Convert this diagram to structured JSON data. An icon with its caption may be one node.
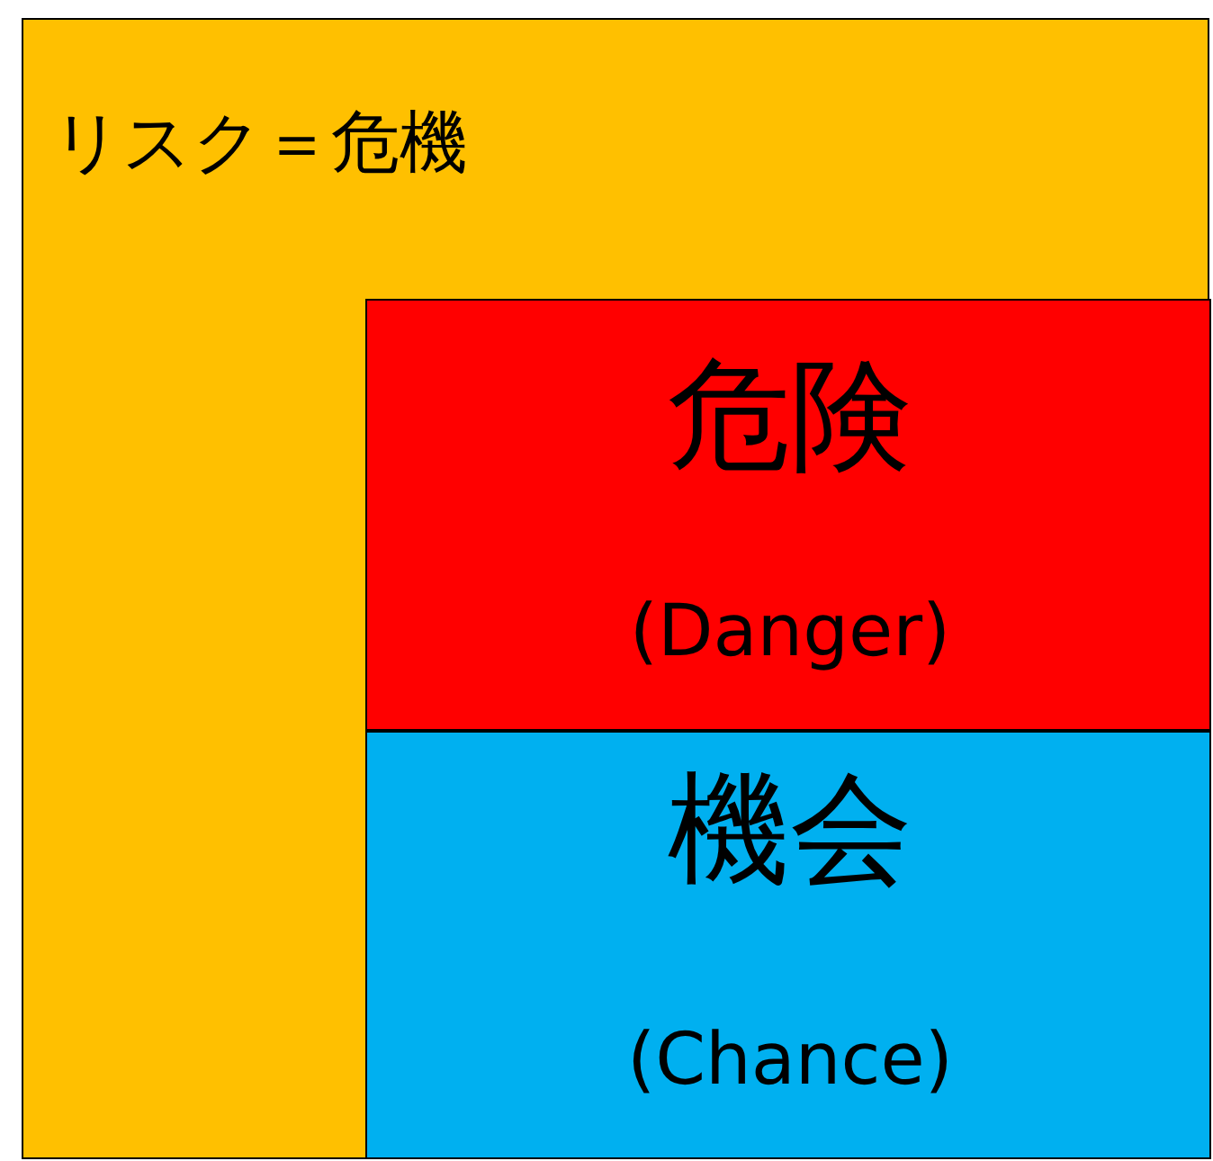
{
  "diagram": {
    "nodes": [
      {
        "text": [
          "リスク＝危機"
        ]
      },
      {
        "text": [
          "危険",
          "(Danger)"
        ],
        "in": 0
      },
      {
        "text": [
          "機会",
          "(Chance)"
        ],
        "in": 0
      }
    ]
  }
}
